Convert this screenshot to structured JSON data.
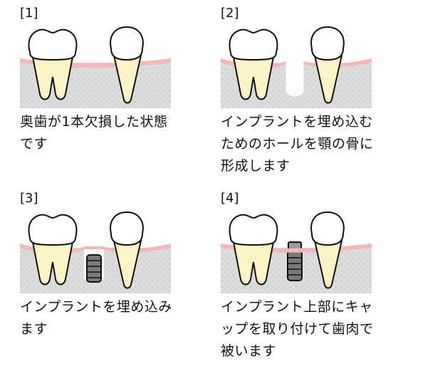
{
  "steps": [
    {
      "number": "[1]",
      "caption": [
        "奥歯が1本欠損した状態",
        "です"
      ]
    },
    {
      "number": "[2]",
      "caption": [
        "インプラントを埋め込む",
        "ためのホールを顎の骨に",
        "形成します"
      ]
    },
    {
      "number": "[3]",
      "caption": [
        "インプラントを埋め込み",
        "ます"
      ]
    },
    {
      "number": "[4]",
      "caption": [
        "インプラント上部にキャ",
        "ップを取り付けて歯肉で",
        "被います"
      ]
    }
  ],
  "colors": {
    "bone": "#dcdcdc",
    "gum": "#f4b6b8",
    "tooth_crown": "#ffffff",
    "tooth_root": "#fbf4c4",
    "implant": "#7a7a7a",
    "outline": "#111111"
  }
}
